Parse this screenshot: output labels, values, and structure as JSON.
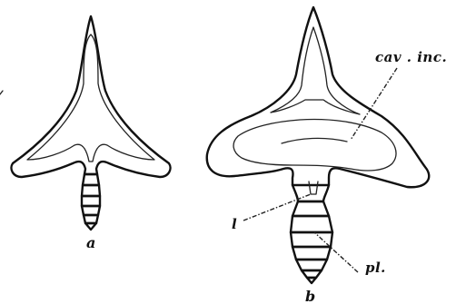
{
  "figure": {
    "labels": {
      "fig_a": "a",
      "fig_b": "b",
      "cav_inc": "cav . inc.",
      "l": "l",
      "pl": "pl."
    }
  }
}
